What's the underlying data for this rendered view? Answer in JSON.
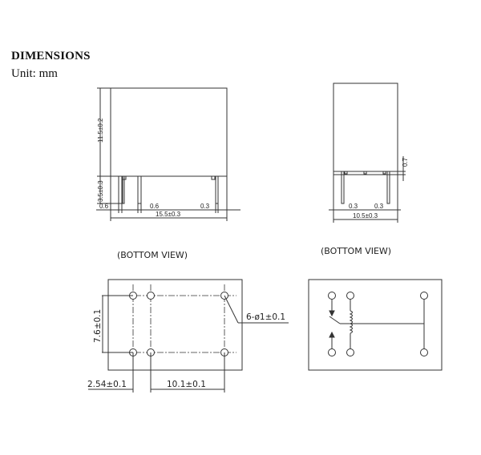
{
  "header": {
    "title": "DIMENSIONS",
    "unit": "Unit: mm"
  },
  "front_view": {
    "height_label": "11.5±0.2",
    "pin_length_label": "3.5±0.3",
    "pin_width_left_label": "0.6",
    "pin_width_mid_label": "0.6",
    "pin_width_right_label": "0.3",
    "width_label": "15.5±0.3"
  },
  "side_view": {
    "standoff_label": "0.7",
    "pin_left_label": "0.3",
    "pin_right_label": "0.3",
    "width_label": "10.5±0.3"
  },
  "pcb_layout": {
    "caption": "(BOTTOM VIEW)",
    "row_pitch_label": "7.6±0.1",
    "hole_label": "6-ø1±0.1",
    "pitch_small_label": "2.54±0.1",
    "pitch_large_label": "10.1±0.1"
  },
  "wiring": {
    "caption": "(BOTTOM VIEW)"
  }
}
